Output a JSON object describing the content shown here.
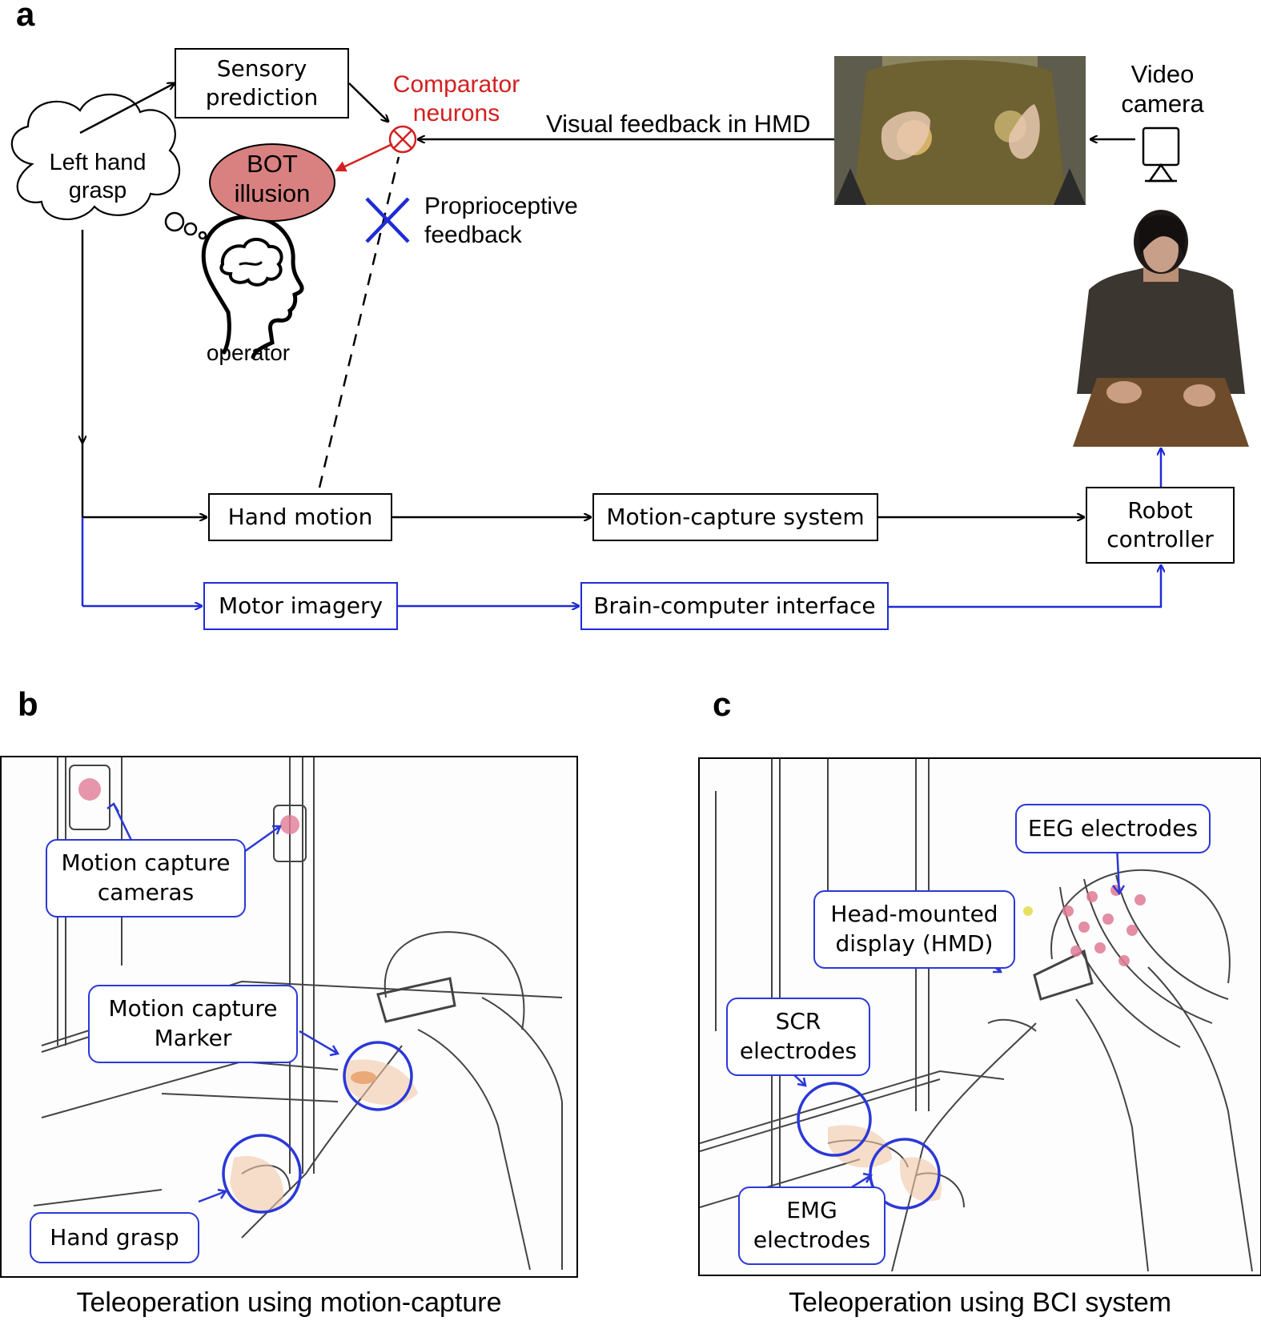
{
  "panel_a": {
    "letter": "a",
    "thought_bubble": "Left hand\ngrasp",
    "sensory_prediction": "Sensory\nprediction",
    "comparator": "Comparator\nneurons",
    "bot_illusion": "BOT\nillusion",
    "operator": "operator",
    "proprioceptive": "Proprioceptive\nfeedback",
    "visual_feedback": "Visual feedback in HMD",
    "video_camera": "Video\ncamera",
    "hand_motion": "Hand motion",
    "motion_capture_system": "Motion-capture system",
    "robot_controller": "Robot\ncontroller",
    "motor_imagery": "Motor imagery",
    "bci": "Brain-computer interface"
  },
  "panel_b": {
    "letter": "b",
    "callout_cameras": "Motion capture\ncameras",
    "callout_marker": "Motion capture\nMarker",
    "callout_grasp": "Hand grasp",
    "caption": "Teleoperation using motion-capture"
  },
  "panel_c": {
    "letter": "c",
    "callout_eeg": "EEG electrodes",
    "callout_hmd": "Head-mounted\ndisplay (HMD)",
    "callout_scr": "SCR\nelectrodes",
    "callout_emg": "EMG\nelectrodes",
    "caption": "Teleoperation using BCI system"
  },
  "colors": {
    "red": "#d42020",
    "blue": "#1f2bd6",
    "bot_fill": "#d98080"
  }
}
